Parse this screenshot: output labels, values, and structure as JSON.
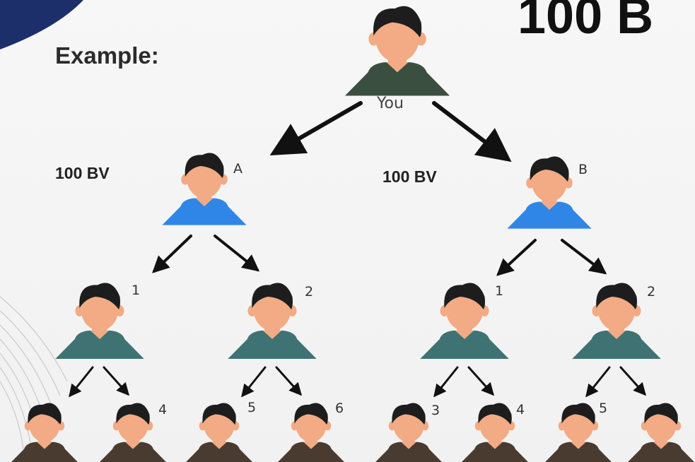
{
  "title": "100 B",
  "example_label": "Example:",
  "root": {
    "label": "You"
  },
  "legs": [
    {
      "label": "A",
      "bv": "100 BV"
    },
    {
      "label": "B",
      "bv": "100 BV"
    }
  ],
  "level2_labels": [
    "1",
    "2",
    "1",
    "2"
  ],
  "level3_labels": [
    "",
    "4",
    "5",
    "6",
    "3",
    "4",
    "5",
    ""
  ],
  "colors": {
    "root_shirt": "#3a4f3f",
    "leg_shirt": "#2f86e6",
    "level2_shirt": "#3f7373",
    "level3_shirt": "#4a3b30",
    "skin": "#f2ab84",
    "hair": "#1d1d1d",
    "arrow": "#111111",
    "corner_accent": "#1c2f6b"
  }
}
